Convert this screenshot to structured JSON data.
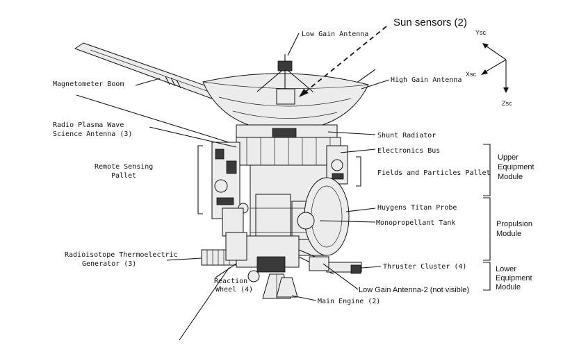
{
  "labels": {
    "sun_sensors": "Sun sensors (2)",
    "low_gain_antenna": "Low Gain Antenna",
    "magnetometer_boom": "Magnetometer Boom",
    "high_gain_antenna": "High Gain Antenna",
    "rpws_line1": "Radio Plasma Wave",
    "rpws_line2": "Science Antenna (3)",
    "shunt_radiator": "Shunt Radiator",
    "electronics_bus": "Electronics Bus",
    "fields_particles": "Fields and Particles Pallet",
    "remote_sensing_line1": "Remote Sensing",
    "remote_sensing_line2": "Pallet",
    "huygens": "Huygens Titan Probe",
    "monoprop": "Monopropellant Tank",
    "rtg_line1": "Radioisotope Thermoelectric",
    "rtg_line2": "Generator (3)",
    "thruster_cluster": "Thruster Cluster (4)",
    "reaction_line1": "Reaction",
    "reaction_line2": "Wheel (4)",
    "lga2": "Low Gain Antenna-2 (not visible)",
    "main_engine": "Main Engine (2)"
  },
  "modules": {
    "upper_line1": "Upper",
    "upper_line2": "Equipment",
    "upper_line3": "Module",
    "propulsion_line1": "Propulsion",
    "propulsion_line2": "Module",
    "lower_line1": "Lower",
    "lower_line2": "Equipment",
    "lower_line3": "Module"
  },
  "axes": {
    "ysc": "Ysc",
    "xsc": "Xsc",
    "zsc": "Zsc"
  }
}
